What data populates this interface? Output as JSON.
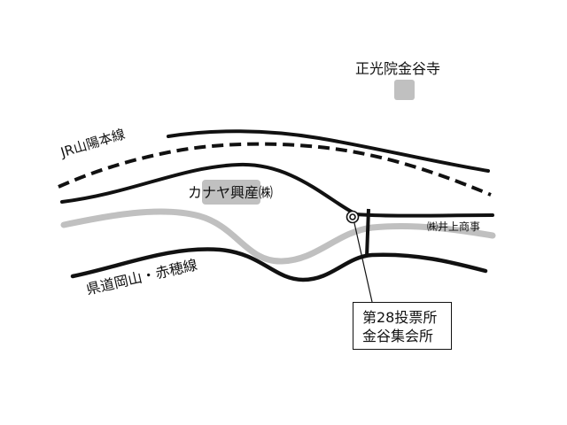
{
  "landmarks": {
    "temple": "正光院金谷寺",
    "kanaya": "カナヤ興産㈱",
    "inoue": "㈱井上商事"
  },
  "routes": {
    "railway": "JR山陽本線",
    "prefectural_road": "県道岡山・赤穂線"
  },
  "destination": {
    "line1": "第28投票所",
    "line2": "金谷集会所"
  },
  "colors": {
    "road": "#111111",
    "river": "#c0c0c0",
    "building": "#c0c0c0",
    "background": "#ffffff"
  }
}
